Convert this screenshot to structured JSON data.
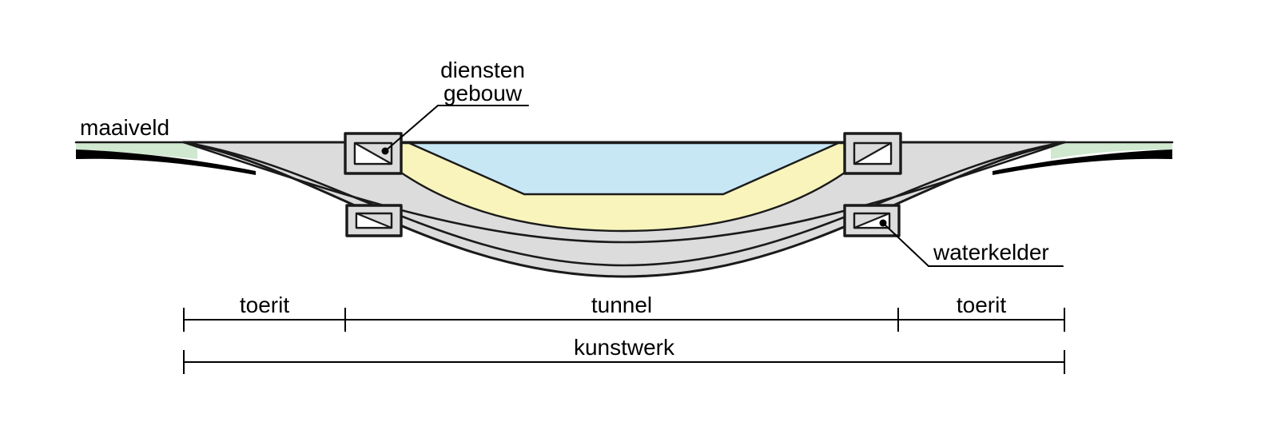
{
  "diagram": {
    "labels": {
      "maaiveld": "maaiveld",
      "diensten_gebouw": {
        "line1": "diensten",
        "line2": "gebouw"
      },
      "waterkelder": "waterkelder"
    },
    "dimensions": {
      "toerit_left": "toerit",
      "tunnel": "tunnel",
      "toerit_right": "toerit",
      "kunstwerk": "kunstwerk"
    },
    "colors": {
      "structure": "#dcdcdc",
      "sand": "#f8f4bb",
      "water": "#c7e7f5",
      "ground_green": "#cfe8cf",
      "road_surface": "#000000",
      "outline": "#1a1a1a",
      "background": "#ffffff"
    }
  }
}
